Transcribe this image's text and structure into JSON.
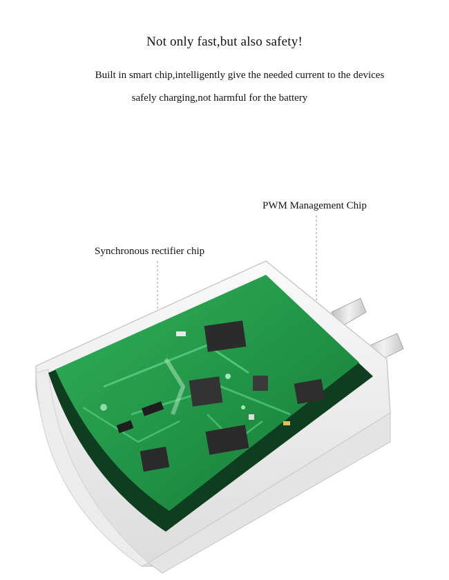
{
  "headline": "Not only fast,but also safety!",
  "subtext": {
    "line1": "Built in smart chip,intelligently give the needed current to the devices",
    "line2": "safely charging,not harmful for the battery"
  },
  "callouts": {
    "pwm": "PWM Management Chip",
    "sync": "Synchronous rectifier chip"
  },
  "colors": {
    "pcb_green": "#1f9a45",
    "pcb_light": "#3fc46a",
    "shell_white": "#f1f1f1",
    "shell_shadow": "#cfcfcf",
    "prong": "#d9d9d9"
  }
}
